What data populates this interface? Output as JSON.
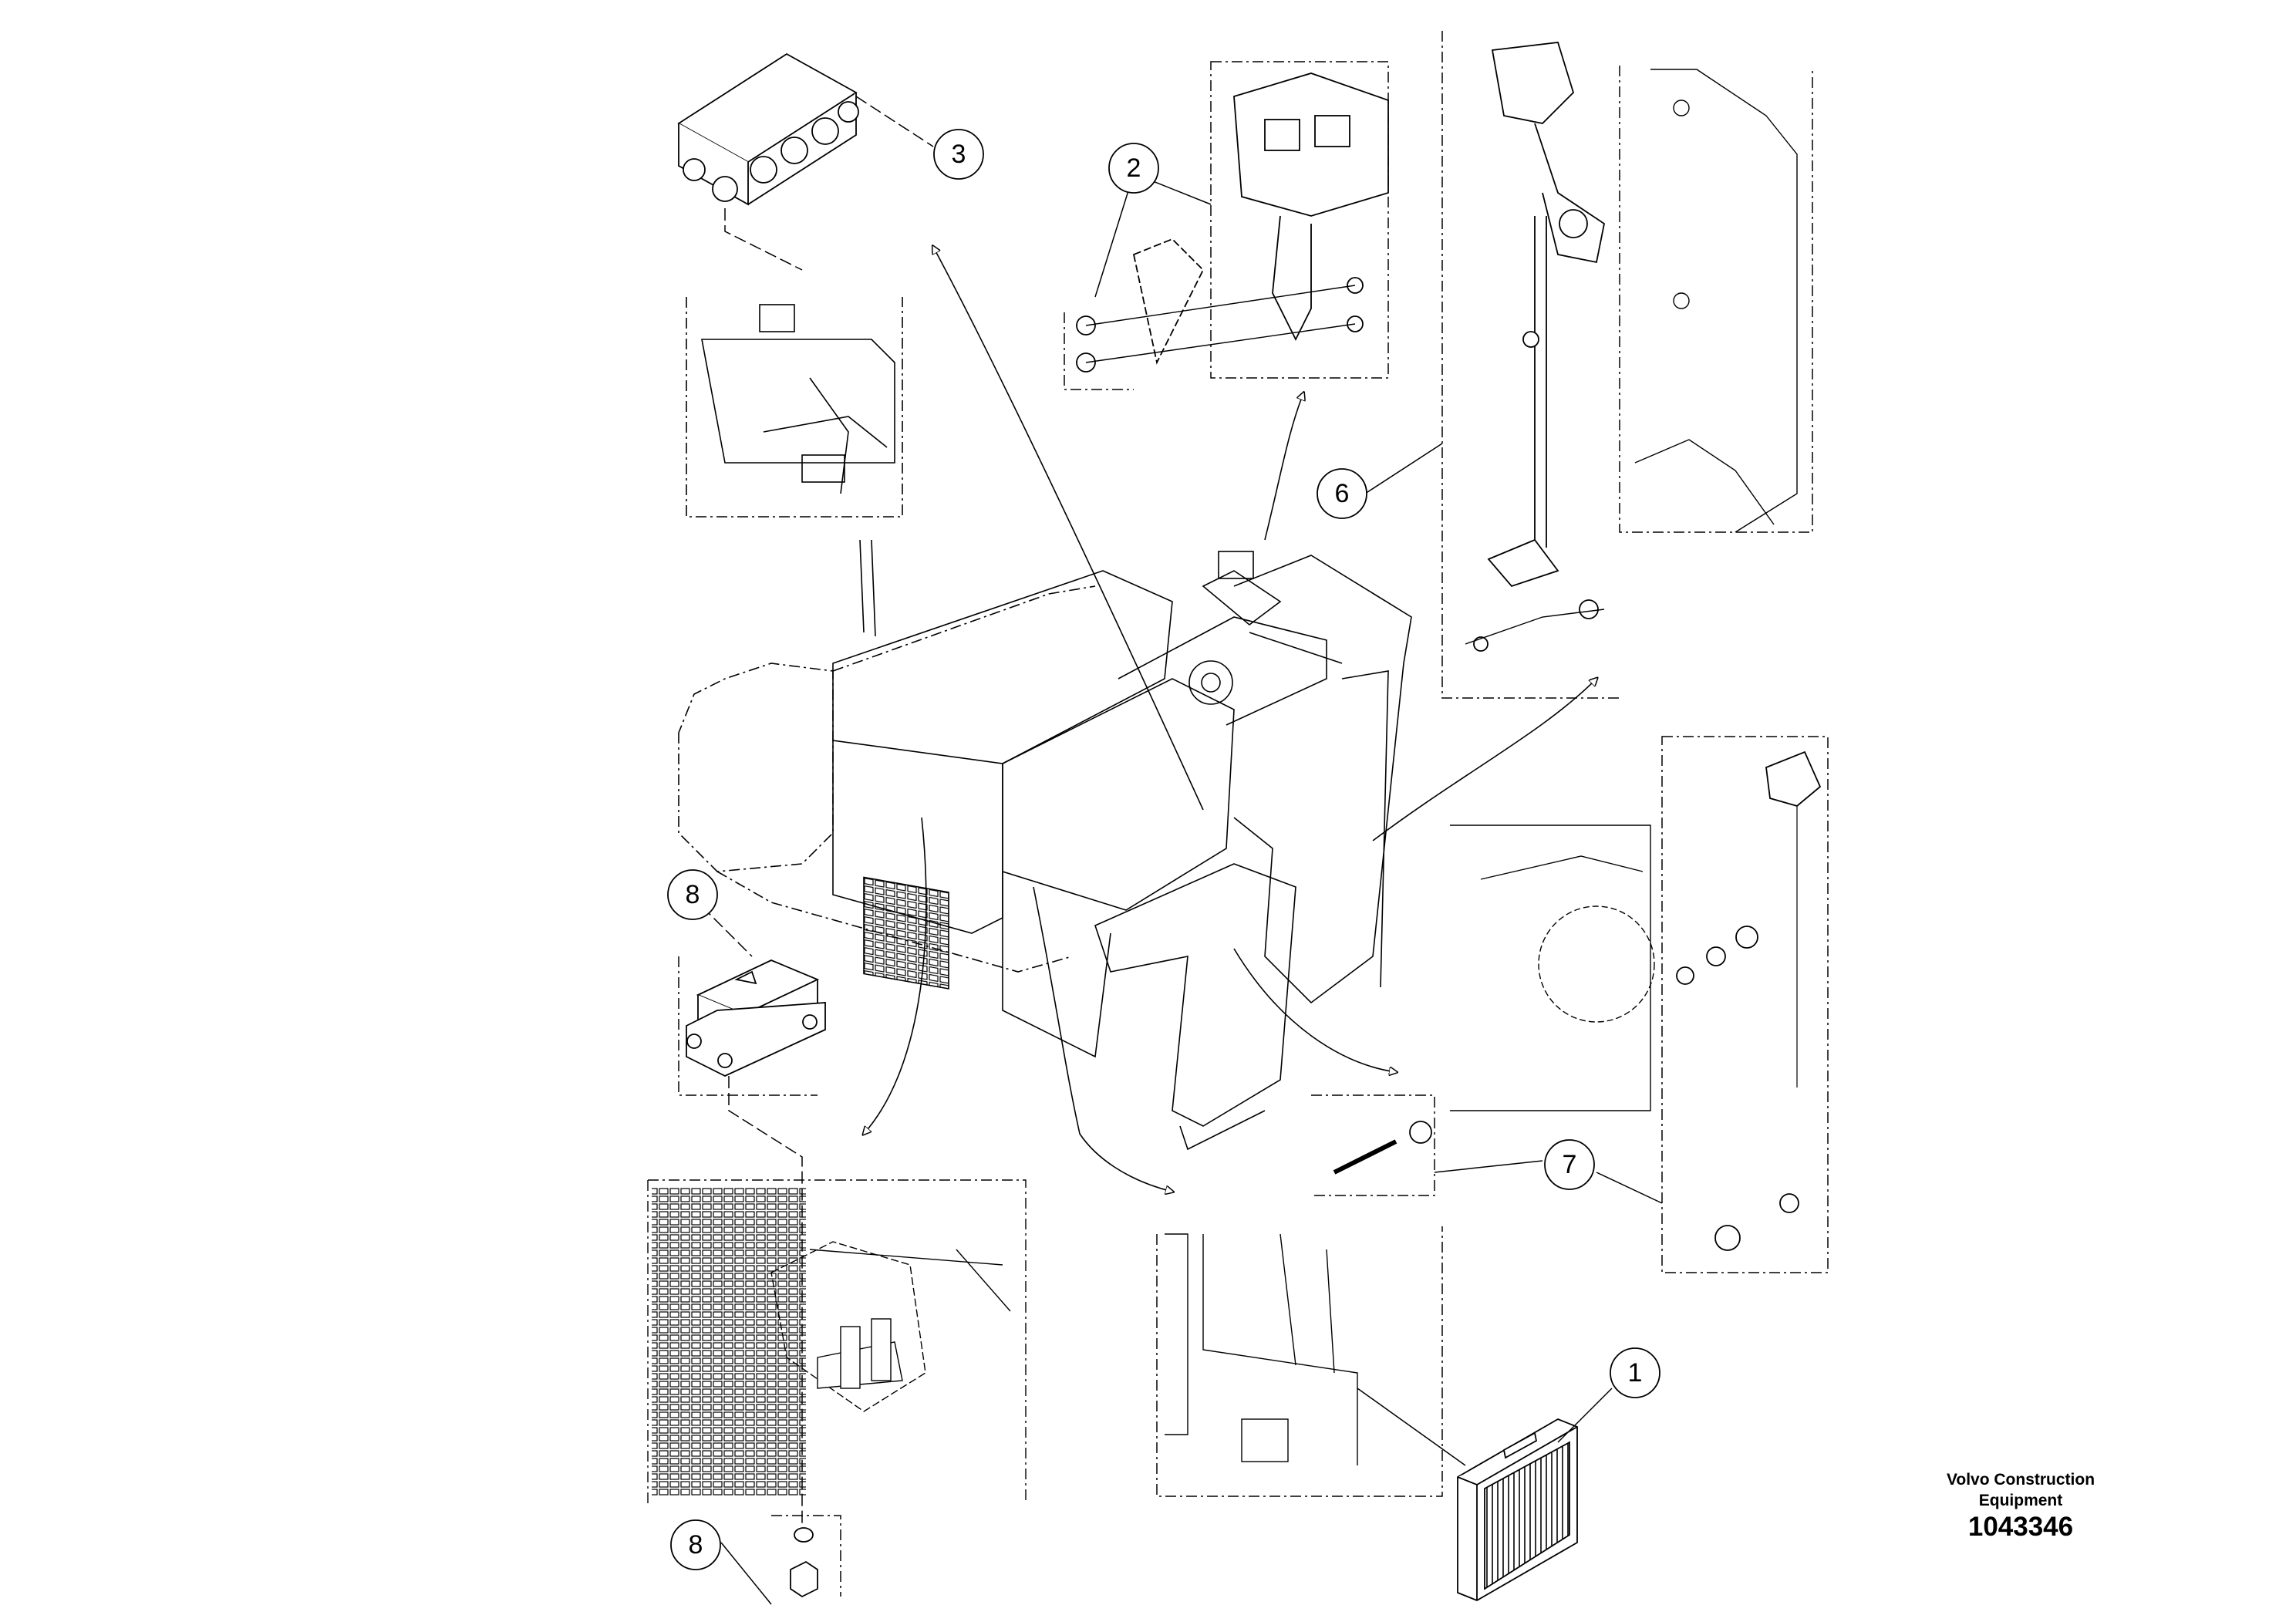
{
  "callouts": [
    {
      "id": "callout-1",
      "label": "1"
    },
    {
      "id": "callout-2",
      "label": "2"
    },
    {
      "id": "callout-3",
      "label": "3"
    },
    {
      "id": "callout-6",
      "label": "6"
    },
    {
      "id": "callout-7",
      "label": "7"
    },
    {
      "id": "callout-8a",
      "label": "8"
    },
    {
      "id": "callout-8b",
      "label": "8"
    }
  ],
  "footer": {
    "brand_line1": "Volvo Construction",
    "brand_line2": "Equipment",
    "doc_number": "1043346"
  }
}
